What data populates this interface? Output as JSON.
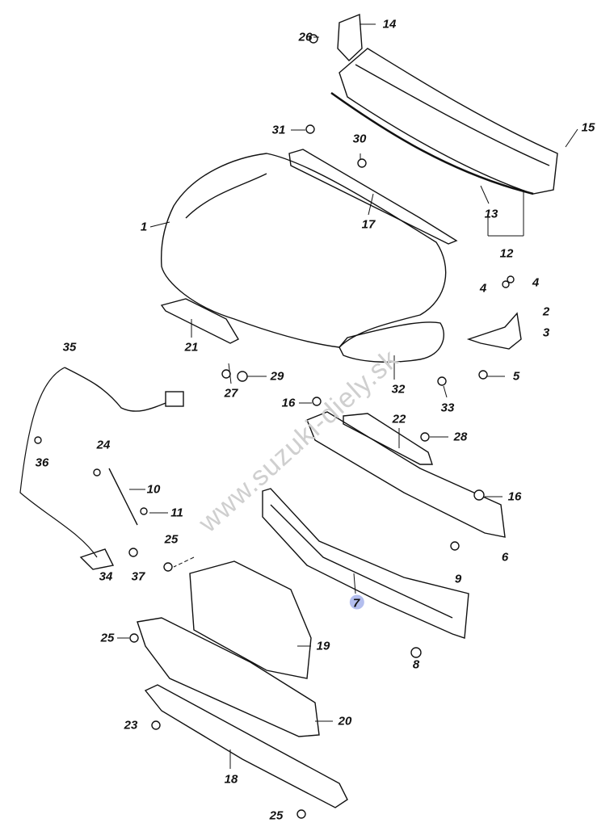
{
  "diagram": {
    "title_hidden": null,
    "watermark": "www.suzuki-diely.sk",
    "highlight_color": "#9aa8e8",
    "part_labels": [
      "14",
      "26",
      "15",
      "31",
      "30",
      "1",
      "17",
      "13",
      "12",
      "4",
      "4",
      "2",
      "3",
      "21",
      "35",
      "29",
      "27",
      "32",
      "5",
      "33",
      "16",
      "22",
      "28",
      "36",
      "24",
      "10",
      "16",
      "11",
      "25",
      "6",
      "34",
      "37",
      "9",
      "7",
      "25",
      "19",
      "8",
      "20",
      "23",
      "18",
      "25"
    ],
    "highlighted_label": "7"
  }
}
